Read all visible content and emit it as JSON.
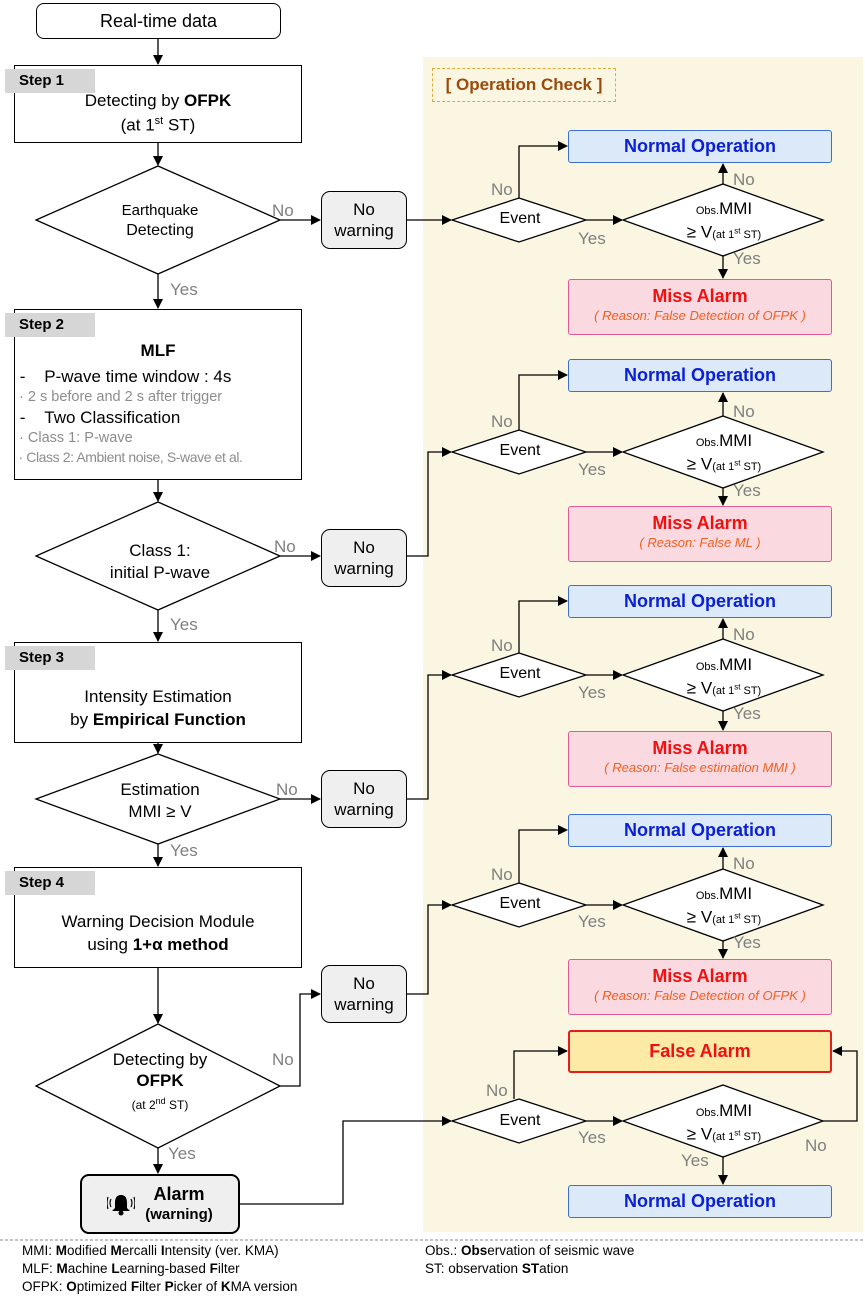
{
  "start": "Real-time data",
  "operation_check": "[ Operation Check ]",
  "steps": [
    {
      "tag": "Step 1",
      "line1": "Detecting by ",
      "bold": "OFPK",
      "line2": "(at 1",
      "sup": "st",
      "line2b": " ST)"
    },
    {
      "tag": "Step 2",
      "title": "MLF",
      "item1": "P-wave time window : 4s",
      "sub1": "2 s before and 2 s after trigger",
      "item2": "Two Classification",
      "sub2a": "Class 1: P-wave",
      "sub2b": "Class 2: Ambient noise, S-wave et al."
    },
    {
      "tag": "Step 3",
      "line1": "Intensity Estimation",
      "line2": "by ",
      "bold": "Empirical Function"
    },
    {
      "tag": "Step 4",
      "line1": "Warning Decision Module",
      "line2": "using ",
      "bold": "1+α method"
    }
  ],
  "decisions": {
    "d1a": "Earthquake",
    "d1b": "Detecting",
    "d2a": "Class 1:",
    "d2b": "initial P-wave",
    "d3a": "Estimation",
    "d3b": "MMI ≥ V",
    "d4a": "Detecting by",
    "d4b": "OFPK",
    "d4c": "(at 2",
    "d4sup": "nd",
    "d4d": " ST)"
  },
  "labels": {
    "yes": "Yes",
    "no": "No"
  },
  "no_warning": {
    "a": "No",
    "b": "warning"
  },
  "event": "Event",
  "mmi": {
    "a": "Obs.",
    "b": "MMI",
    "c": "≥ V",
    "d": "(at 1",
    "sup": "st",
    "e": " ST)"
  },
  "outcomes": {
    "normal": "Normal Operation",
    "miss": "Miss Alarm",
    "false_alarm": "False Alarm",
    "reason1": "( Reason: False Detection of OFPK )",
    "reason2": "( Reason: False ML )",
    "reason3": "( Reason: False estimation MMI )",
    "reason4": "( Reason: False Detection of OFPK )"
  },
  "alarm": {
    "a": "Alarm",
    "b": "(warning)",
    "icon": "bell-icon"
  },
  "footnotes": {
    "mmi": "MMI: Modified Mercalli Intensity (ver. KMA)",
    "mlf": "MLF: Machine Learning-based Filter",
    "ofpk": "OFPK: Optimized Filter Picker of KMA version",
    "obs": "Obs.: Observation of seismic wave",
    "st": "ST: observation STation"
  }
}
